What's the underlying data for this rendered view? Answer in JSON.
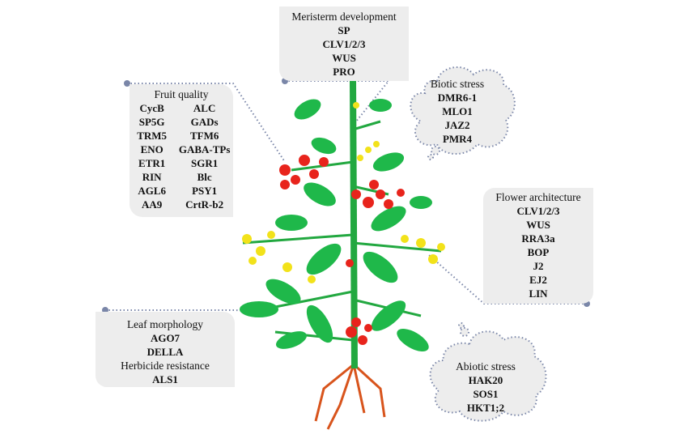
{
  "meristem": {
    "title": "Meristerm development",
    "genes": [
      "SP",
      "CLV1/2/3",
      "WUS",
      "PRO"
    ]
  },
  "fruit_quality": {
    "title": "Fruit quality",
    "genes_left": [
      "CycB",
      "SP5G",
      "TRM5",
      "ENO",
      "ETR1",
      "RIN",
      "AGL6",
      "AA9"
    ],
    "genes_right": [
      "ALC",
      "GADs",
      "TFM6",
      "GABA-TPs",
      "SGR1",
      "Blc",
      "PSY1",
      "CrtR-b2"
    ]
  },
  "biotic_stress": {
    "title": "Biotic stress",
    "genes": [
      "DMR6-1",
      "MLO1",
      "JAZ2",
      "PMR4"
    ]
  },
  "flower_architecture": {
    "title": "Flower architecture",
    "genes": [
      "CLV1/2/3",
      "WUS",
      "RRA3a",
      "BOP",
      "J2",
      "EJ2",
      "LIN"
    ]
  },
  "leaf_morphology": {
    "title": "Leaf morphology",
    "genes": [
      "AGO7",
      "DELLA"
    ],
    "title2": "Herbicide resistance",
    "genes2": [
      "ALS1"
    ]
  },
  "abiotic_stress": {
    "title": "Abiotic stress",
    "genes": [
      "HAK20",
      "SOS1",
      "HKT1;2"
    ]
  },
  "colors": {
    "box": "#ededed",
    "connector": "#7a86a8",
    "leaf": "#1fb84a",
    "fruit": "#e8241c",
    "flower": "#f2e21a",
    "root": "#d8541c"
  }
}
